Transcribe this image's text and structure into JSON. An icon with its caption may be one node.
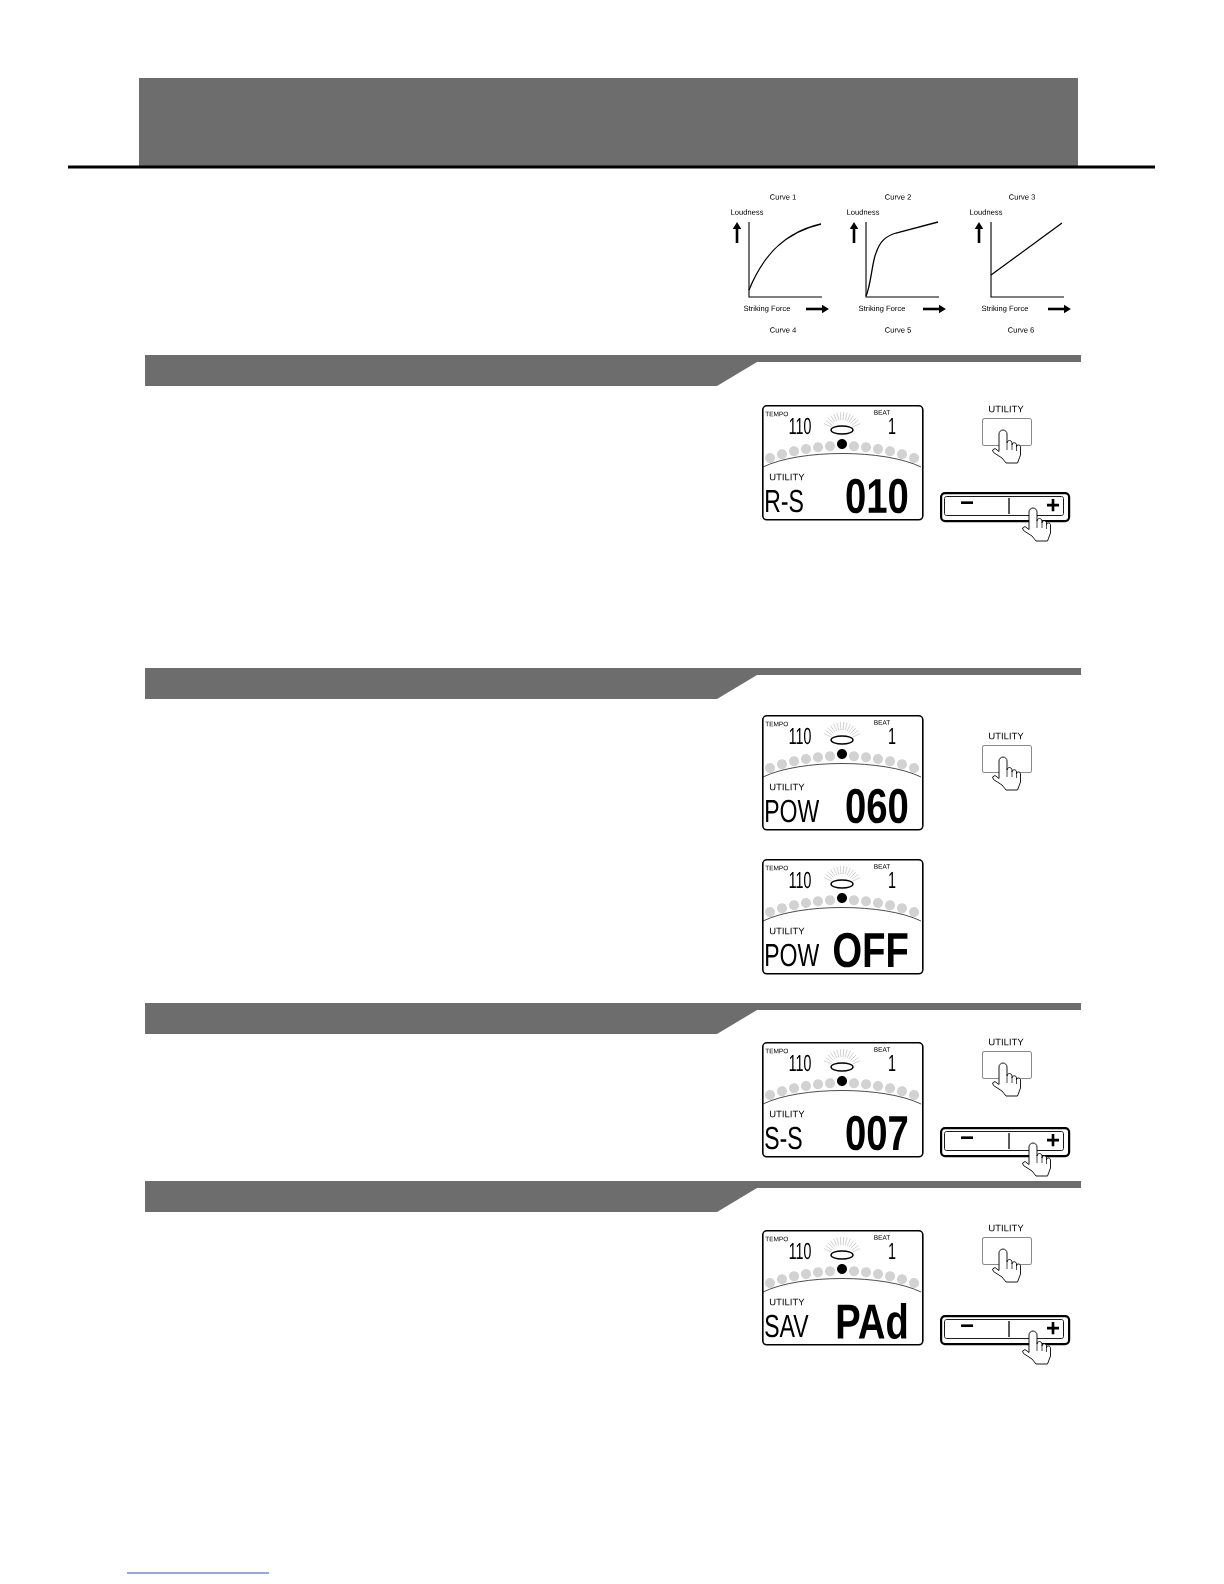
{
  "diagram": {
    "nodes": [
      {
        "text": [],
        "shape": "bar"
      },
      {
        "text": [
          "TEMPO",
          "110",
          "BEAT",
          "1",
          "UTILITY",
          "R-S",
          "010"
        ]
      },
      {
        "text": [
          "UTILITY"
        ]
      },
      {
        "text": [
          "−",
          "+"
        ]
      },
      {
        "text": [],
        "shape": "bar"
      },
      {
        "text": [
          "TEMPO",
          "110",
          "BEAT",
          "1",
          "UTILITY",
          "POW",
          "060"
        ]
      },
      {
        "text": [
          "UTILITY"
        ]
      },
      {
        "text": [
          "TEMPO",
          "110",
          "BEAT",
          "1",
          "UTILITY",
          "POW",
          "OFF"
        ]
      },
      {
        "text": [],
        "shape": "bar"
      },
      {
        "text": [
          "TEMPO",
          "110",
          "BEAT",
          "1",
          "UTILITY",
          "S-S",
          "007"
        ]
      },
      {
        "text": [
          "UTILITY"
        ]
      },
      {
        "text": [
          "−",
          "+"
        ]
      },
      {
        "text": [],
        "shape": "bar"
      },
      {
        "text": [
          "TEMPO",
          "110",
          "BEAT",
          "1",
          "UTILITY",
          "SAV",
          "PAd"
        ]
      },
      {
        "text": [
          "UTILITY"
        ]
      },
      {
        "text": [
          "−",
          "+"
        ]
      }
    ],
    "labels": [
      "Curve 1",
      "Curve 2",
      "Curve 3",
      "Loudness",
      "Loudness",
      "Loudness",
      "Striking Force",
      "Striking Force",
      "Striking Force",
      "Curve 4",
      "Curve 5",
      "Curve 6"
    ]
  }
}
